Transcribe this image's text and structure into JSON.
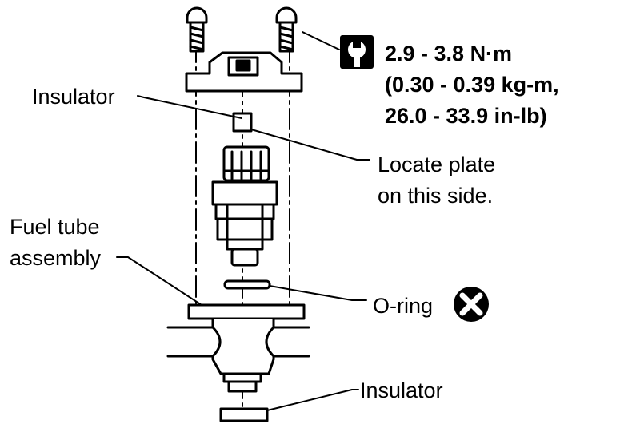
{
  "torque_spec": {
    "line1": "2.9 - 3.8 N·m",
    "line2": "(0.30 - 0.39 kg-m,",
    "line3": "26.0 - 33.9 in-lb)"
  },
  "labels": {
    "insulator_top": "Insulator",
    "locate_plate_line1": "Locate plate",
    "locate_plate_line2": "on this side.",
    "fuel_tube_line1": "Fuel tube",
    "fuel_tube_line2": "assembly",
    "o_ring": "O-ring",
    "insulator_bottom": "Insulator"
  },
  "icons": {
    "torque": "torque-wrench-icon",
    "replace": "do-not-reuse-icon"
  },
  "colors": {
    "ink": "#000000",
    "paper": "#ffffff"
  }
}
